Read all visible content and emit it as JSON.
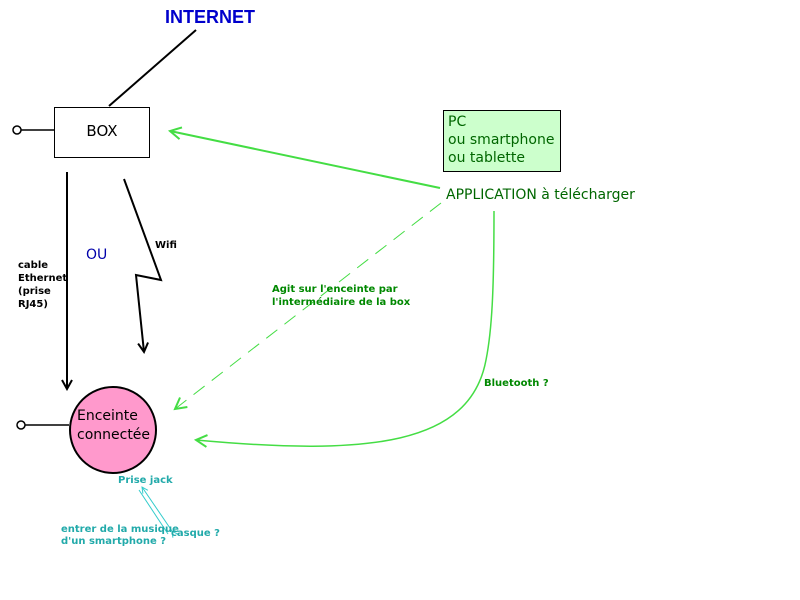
{
  "internet": "INTERNET",
  "box": "BOX",
  "pc_box": {
    "lines": [
      "PC",
      "ou smartphone",
      "ou tablette"
    ]
  },
  "application": "APPLICATION à télécharger",
  "speaker": {
    "lines": [
      "Enceinte",
      "connectée"
    ]
  },
  "ou": "OU",
  "wifi": "Wifi",
  "cable": [
    "cable",
    "Ethernet",
    "(prise",
    "RJ45)"
  ],
  "agit": [
    "Agit sur l'enceinte par",
    "l'intermédiaire de la box"
  ],
  "bluetooth": "Bluetooth ?",
  "prise_jack": "Prise jack",
  "casque": "casque ?",
  "musique": [
    "entrer de la musique",
    "d'un smartphone ?"
  ],
  "colors": {
    "internet": "#0000cc",
    "pc_fill": "#ccffcc",
    "speaker_fill": "#ff99cc",
    "app_arrow": "#44dd44",
    "app_text": "#006600",
    "jack": "#22aaaa"
  }
}
